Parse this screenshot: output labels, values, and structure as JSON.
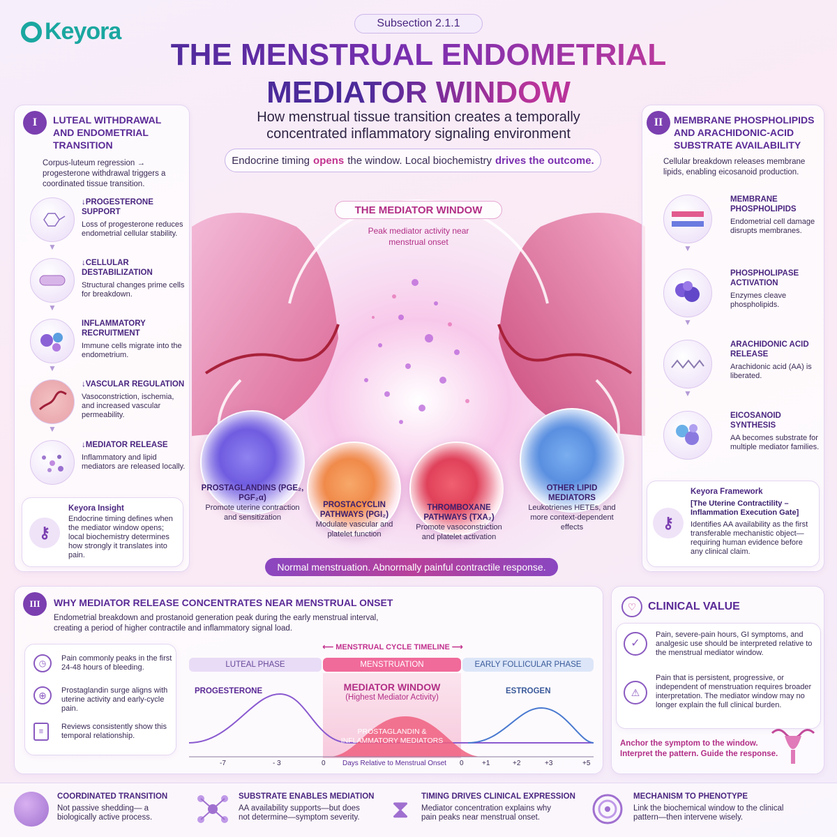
{
  "header": {
    "logo": "Keyora",
    "badge": "Subsection 2.1.1",
    "title_line1": "THE MENSTRUAL ENDOMETRIAL",
    "title_line2": "MEDIATOR WINDOW",
    "subtitle_line1": "How menstrual tissue transition creates a temporally",
    "subtitle_line2": "concentrated inflammatory signaling environment",
    "tagline_a": "Endocrine timing",
    "tagline_b": "opens",
    "tagline_c": "the window. Local biochemistry",
    "tagline_d": "drives the outcome."
  },
  "left": {
    "numeral": "I",
    "title": "LUTEAL WITHDRAWAL AND ENDOMETRIAL TRANSITION",
    "intro": "Corpus-luteum regression → progesterone withdrawal triggers a coordinated tissue transition.",
    "steps": [
      {
        "title": "↓PROGESTERONE SUPPORT",
        "text": "Loss of progesterone reduces endometrial cellular stability.",
        "icon": "molecule-icon"
      },
      {
        "title": "↓CELLULAR DESTABILIZATION",
        "text": "Structural changes prime cells for breakdown.",
        "icon": "membrane-icon"
      },
      {
        "title": "INFLAMMATORY RECRUITMENT",
        "text": "Immune cells migrate into the endometrium.",
        "icon": "immune-cells-icon"
      },
      {
        "title": "↓VASCULAR REGULATION",
        "text": "Vasoconstriction, ischemia, and increased vascular permeability.",
        "icon": "vessel-icon"
      },
      {
        "title": "↓MEDIATOR RELEASE",
        "text": "Inflammatory and lipid mediators are released locally.",
        "icon": "particles-icon"
      }
    ],
    "insight_title": "Keyora Insight",
    "insight_text": "Endocrine timing defines when the mediator window opens; local biochemistry determines how strongly it translates into pain."
  },
  "center": {
    "window_label": "THE MEDIATOR WINDOW",
    "window_sub": "Peak mediator activity near menstrual onset",
    "mediators": [
      {
        "name": "PROSTAGLANDINS (PGE₂, PGF₂α)",
        "desc": "Promote uterine contraction and sensitization",
        "color": "#6f5ce0"
      },
      {
        "name": "PROSTACYCLIN PATHWAYS (PGI₂)",
        "desc": "Modulate vascular and platelet function",
        "color": "#f08a4a"
      },
      {
        "name": "THROMBOXANE PATHWAYS (TXA₂)",
        "desc": "Promote vasoconstriction and platelet activation",
        "color": "#e0415a"
      },
      {
        "name": "OTHER LIPID MEDIATORS",
        "desc": "Leukotrienes HETEs, and more context-dependent effects",
        "color": "#5a8fe0"
      }
    ],
    "footer_banner": "Normal menstruation. Abnormally painful contractile response."
  },
  "right": {
    "numeral": "II",
    "title": "MEMBRANE PHOSPHOLIPIDS AND ARACHIDONIC-ACID SUBSTRATE AVAILABILITY",
    "intro": "Cellular breakdown releases membrane lipids, enabling eicosanoid production.",
    "steps": [
      {
        "title": "MEMBRANE PHOSPHOLIPIDS",
        "text": "Endometrial cell damage disrupts membranes.",
        "icon": "bilayer-icon"
      },
      {
        "title": "PHOSPHOLIPASE ACTIVATION",
        "text": "Enzymes cleave phospholipids.",
        "icon": "enzyme-icon"
      },
      {
        "title": "ARACHIDONIC ACID RELEASE",
        "text": "Arachidonic acid (AA) is liberated.",
        "icon": "fatty-acid-icon"
      },
      {
        "title": "EICOSANOID SYNTHESIS",
        "text": "AA becomes substrate for multiple mediator families.",
        "icon": "eicosanoid-icon"
      }
    ],
    "framework_title": "Keyora Framework",
    "framework_sub": "[The Uterine Contractility – Inflammation Execution Gate]",
    "framework_text": "Identifies AA availability as the first transferable mechanistic object—requiring human evidence before any clinical claim."
  },
  "section3": {
    "numeral": "III",
    "title": "WHY MEDIATOR RELEASE CONCENTRATES NEAR MENSTRUAL ONSET",
    "intro": "Endometrial breakdown and prostanoid generation peak during the early menstrual interval, creating a period of higher contractile and inflammatory signal load.",
    "facts": [
      {
        "text": "Pain commonly peaks in the first 24-48 hours of bleeding.",
        "icon": "clock-icon"
      },
      {
        "text": "Prostaglandin surge aligns with uterine activity and early-cycle pain.",
        "icon": "target-icon"
      },
      {
        "text": "Reviews consistently show this temporal relationship.",
        "icon": "document-icon"
      }
    ],
    "timeline_label": "MENSTRUAL CYCLE TIMELINE",
    "phases": [
      "LUTEAL PHASE",
      "MENSTRUATION",
      "EARLY FOLLICULAR PHASE"
    ],
    "progesterone": "PROGESTERONE",
    "estrogen": "ESTROGEN",
    "window_title": "MEDIATOR WINDOW",
    "window_sub": "(Highest Mediator Activity)",
    "peak_label": "PROSTAGLANDIN & INFLAMMATORY MEDIATORS",
    "ticks": [
      "-7",
      "- 3",
      "0",
      "0",
      "+1",
      "+2",
      "+3",
      "+5"
    ],
    "axis_label": "Days Relative to Menstrual Onset"
  },
  "clinical": {
    "title": "CLINICAL VALUE",
    "item1": "Pain, severe-pain hours, GI symptoms, and analgesic use should be interpreted relative to the menstrual mediator window.",
    "item2": "Pain that is persistent, progressive, or independent of menstruation requires broader interpretation. The mediator window may no longer explain the full clinical burden.",
    "cta1": "Anchor the symptom to the window.",
    "cta2": "Interpret the pattern. Guide the response."
  },
  "bottom": [
    {
      "title": "COORDINATED TRANSITION",
      "text": "Not passive shedding— a biologically active process.",
      "icon": "cells-icon"
    },
    {
      "title": "SUBSTRATE ENABLES MEDIATION",
      "text": "AA availability supports—but does not determine—symptom severity.",
      "icon": "network-icon"
    },
    {
      "title": "TIMING DRIVES CLINICAL EXPRESSION",
      "text": "Mediator concentration explains why pain peaks near menstrual onset.",
      "icon": "hourglass-icon"
    },
    {
      "title": "MECHANISM TO PHENOTYPE",
      "text": "Link the biochemical window to the clinical pattern—then intervene wisely.",
      "icon": "bullseye-icon"
    }
  ],
  "colors": {
    "purple": "#5a2a96",
    "magenta": "#c2338f",
    "teal": "#1aa7a0"
  }
}
